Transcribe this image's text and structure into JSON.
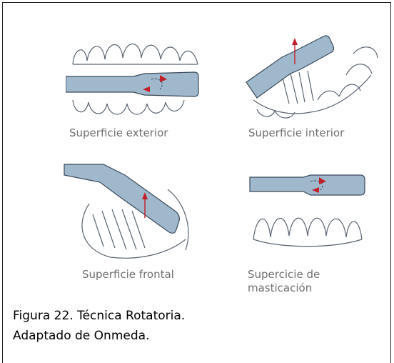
{
  "panels": [
    {
      "caption": "Superficie exterior"
    },
    {
      "caption": "Superficie interior"
    },
    {
      "caption": "Superficie frontal"
    },
    {
      "caption": "Supercicie de\nmasticación"
    }
  ],
  "figure_caption": {
    "line1": "Figura 22. Técnica Rotatoria.",
    "line2": "Adaptado de Onmeda."
  },
  "colors": {
    "brush_handle": "#9fb8cc",
    "outline": "#3a4a5a",
    "arrow": "#c0202a",
    "caption_gray": "#6f6f6f"
  }
}
